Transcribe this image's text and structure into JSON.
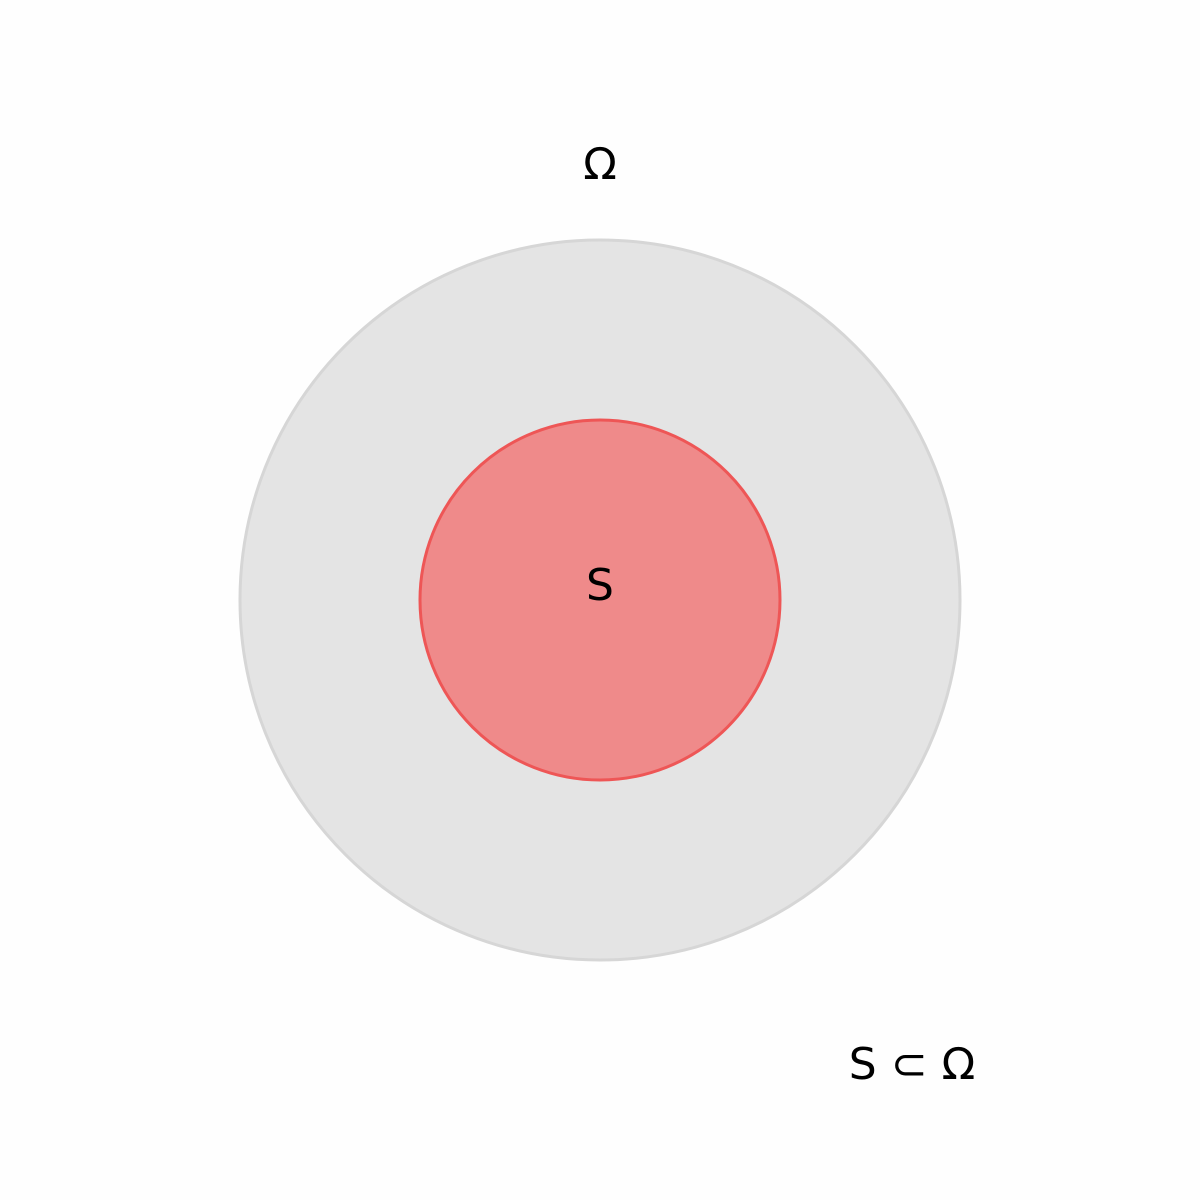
{
  "diagram": {
    "universe_label": "Ω",
    "subset_label": "S",
    "relation_label": "S ⊂ Ω"
  },
  "colors": {
    "background": "#fefefe",
    "universe_fill": "#e4e4e4",
    "universe_stroke": "#d6d6d6",
    "subset_fill": "#ef8a8a",
    "subset_stroke": "#ee5656",
    "text": "#000000"
  }
}
